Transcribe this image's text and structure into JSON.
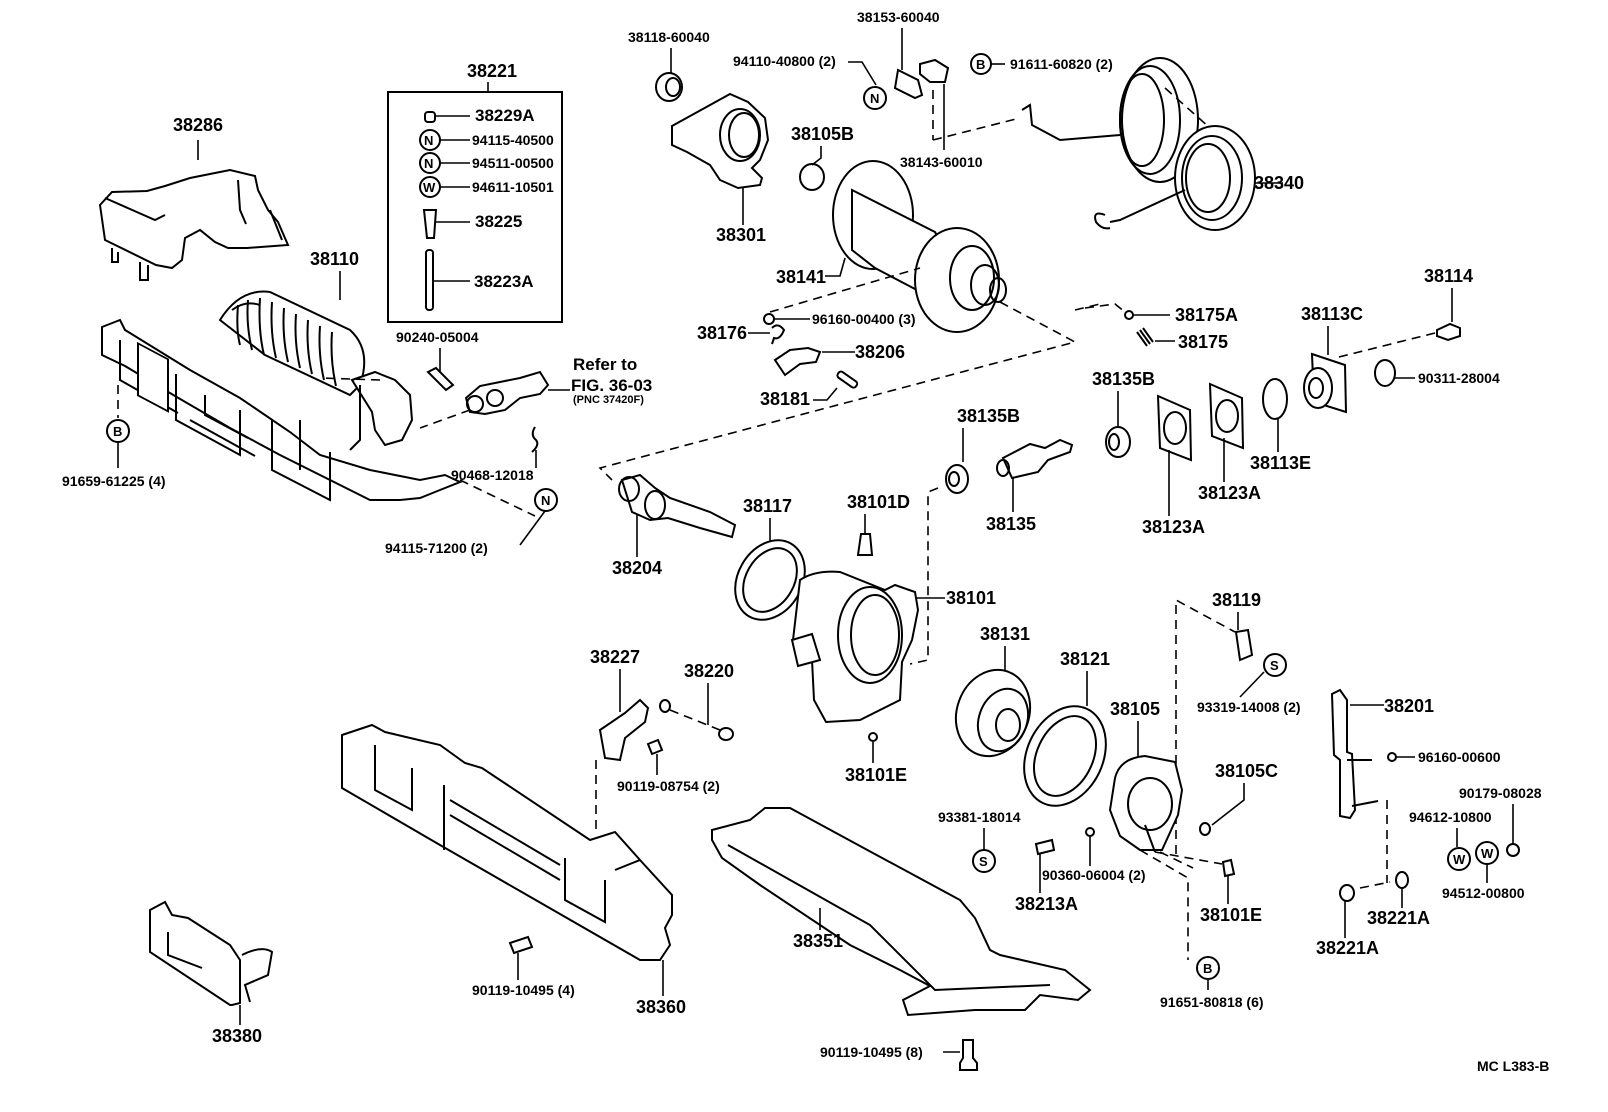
{
  "diagram": {
    "code": "MC L383-B",
    "reference": {
      "line1": "Refer to",
      "line2": "FIG. 36-03",
      "line3": "(PNC 37420F)"
    },
    "kit": {
      "number": "38221",
      "items": [
        {
          "symbol": "",
          "number": "38229A"
        },
        {
          "symbol": "N",
          "number": "94115-40500"
        },
        {
          "symbol": "N",
          "number": "94511-00500"
        },
        {
          "symbol": "W",
          "number": "94611-10501"
        },
        {
          "symbol": "",
          "number": "38225"
        },
        {
          "symbol": "",
          "number": "38223A"
        }
      ]
    },
    "symbols": {
      "B": "B",
      "N": "N",
      "S": "S",
      "W": "W"
    },
    "parts": {
      "p38286": "38286",
      "p38110": "38110",
      "p90240": "90240-05004",
      "p91659": "91659-61225 (4)",
      "p90468": "90468-12018",
      "p94115_71200": "94115-71200 (2)",
      "p38118": "38118-60040",
      "p38301": "38301",
      "p94110": "94110-40800 (2)",
      "p38153": "38153-60040",
      "p38143": "38143-60010",
      "p91611": "91611-60820 (2)",
      "p38105B": "38105B",
      "p38141": "38141",
      "p38340": "38340",
      "p96160_00400": "96160-00400 (3)",
      "p38176": "38176",
      "p38206": "38206",
      "p38181": "38181",
      "p38175A": "38175A",
      "p38175": "38175",
      "p38114": "38114",
      "p38113C": "38113C",
      "p90311": "90311-28004",
      "p38135B_a": "38135B",
      "p38135B_b": "38135B",
      "p38135": "38135",
      "p38123A_a": "38123A",
      "p38123A_b": "38123A",
      "p38113E": "38113E",
      "p38204": "38204",
      "p38117": "38117",
      "p38101D": "38101D",
      "p38101": "38101",
      "p38101E_a": "38101E",
      "p38119": "38119",
      "p93319": "93319-14008 (2)",
      "p38131": "38131",
      "p38121": "38121",
      "p38105": "38105",
      "p38201": "38201",
      "p96160_00600": "96160-00600",
      "p38105C": "38105C",
      "p90179": "90179-08028",
      "p94612": "94612-10800",
      "p94512": "94512-00800",
      "p38221A_a": "38221A",
      "p38221A_b": "38221A",
      "p38227": "38227",
      "p38220": "38220",
      "p90119_08754": "90119-08754 (2)",
      "p93381": "93381-18014",
      "p90360": "90360-06004 (2)",
      "p38213A": "38213A",
      "p38101E_b": "38101E",
      "p91651": "91651-80818 (6)",
      "p38360": "38360",
      "p90119_10495_4": "90119-10495 (4)",
      "p38380": "38380",
      "p38351": "38351",
      "p90119_10495_8": "90119-10495 (8)"
    }
  }
}
